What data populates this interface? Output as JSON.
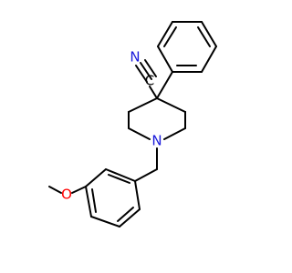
{
  "molecule": {
    "atoms": {
      "nitrogen_nitrile": "N",
      "carbon_nitrile": "C",
      "nitrogen_ring": "N",
      "oxygen": "O"
    },
    "colors": {
      "bond": "#000000",
      "nitrogen": "#1a1adb",
      "oxygen": "#ff0000",
      "carbon": "#000000"
    }
  }
}
